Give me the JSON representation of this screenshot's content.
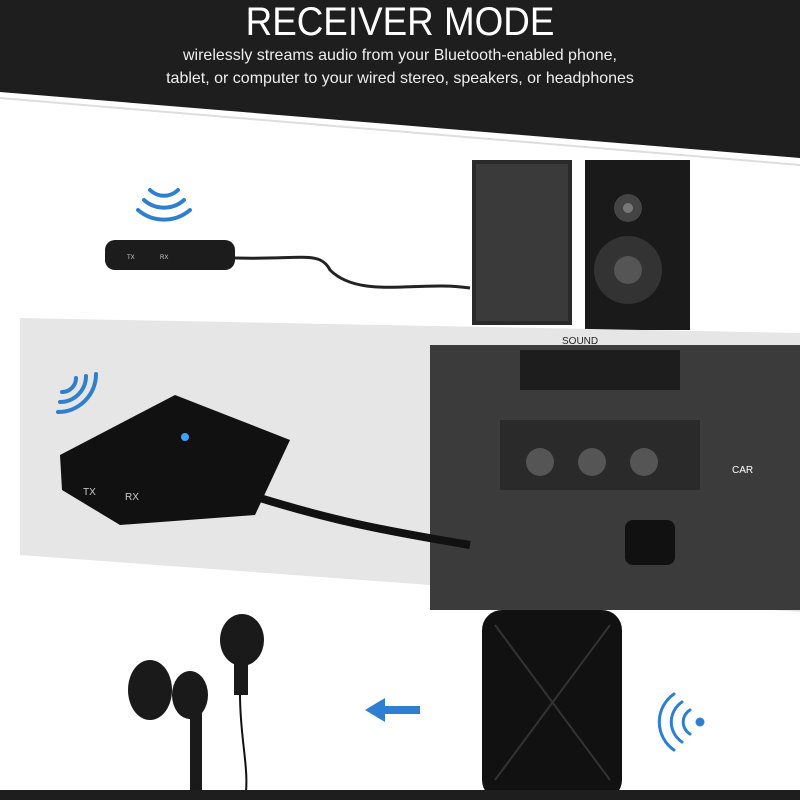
{
  "header": {
    "title": "RECEIVER MODE",
    "subtitle_line1": "wirelessly streams audio from your Bluetooth-enabled phone,",
    "subtitle_line2": "tablet, or computer to your wired stereo, speakers, or headphones"
  },
  "scenes": {
    "sound_label": "SOUND",
    "car_label": "CAR",
    "device_tx": "TX",
    "device_rx": "RX"
  },
  "colors": {
    "header_bg": "#1e1e1e",
    "accent_blue": "#2f7fd0",
    "band_gray": "#e6e6e6"
  },
  "icons": [
    "wireless-signal-icon",
    "arrow-left-icon"
  ]
}
